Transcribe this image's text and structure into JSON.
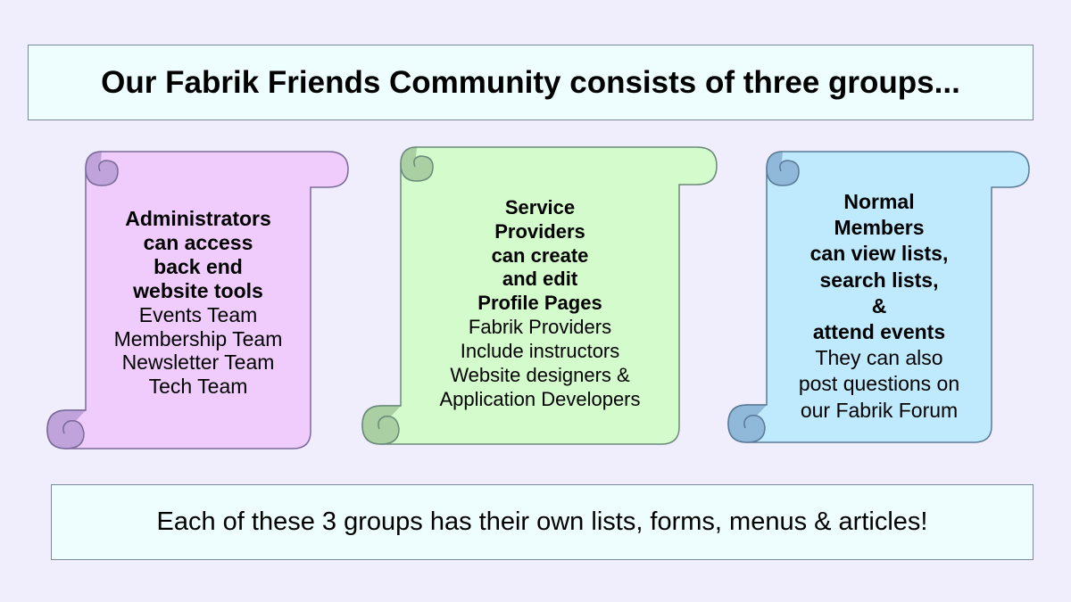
{
  "title": "Our Fabrik Friends Community consists of three groups...",
  "footer": "Each of these 3 groups has their own lists, forms, menus & articles!",
  "colors": {
    "background": "#f0eefc",
    "banner_fill": "#eefdfd",
    "admin_scroll": "#f0ccfc",
    "provider_scroll": "#d3fbcb",
    "member_scroll": "#bfeafd"
  },
  "scrolls": {
    "admin": {
      "bold_lines": [
        "Administrators",
        "can access",
        "back end",
        "website tools"
      ],
      "normal_lines": [
        "Events Team",
        "Membership Team",
        "Newsletter Team",
        "Tech Team"
      ]
    },
    "provider": {
      "bold_lines": [
        "Service",
        "Providers",
        "can create",
        "and edit",
        "Profile Pages"
      ],
      "normal_lines": [
        "Fabrik Providers",
        "Include instructors",
        "Website designers &",
        "Application Developers"
      ]
    },
    "member": {
      "bold_lines": [
        "Normal",
        "Members",
        "can view lists,",
        "search lists,",
        "&",
        "attend events"
      ],
      "normal_lines": [
        "They can also",
        "post questions on",
        "our Fabrik Forum"
      ]
    }
  }
}
